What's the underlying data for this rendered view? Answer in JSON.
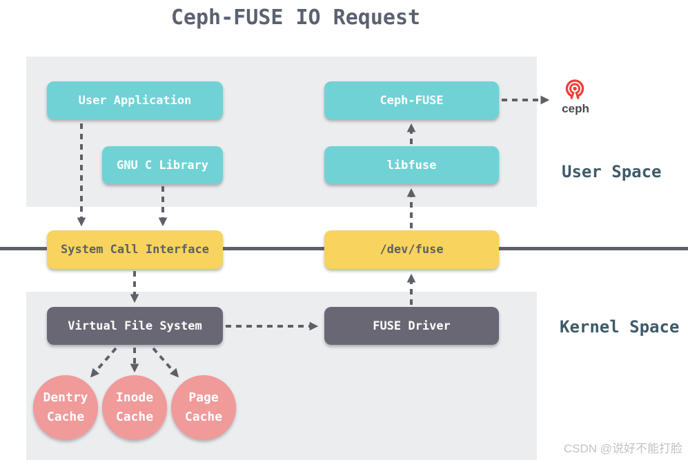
{
  "title": "Ceph-FUSE IO Request",
  "regions": {
    "user_space": "User Space",
    "kernel_space": "Kernel Space"
  },
  "nodes": {
    "user_application": "User Application",
    "gnu_c_library": "GNU C Library",
    "ceph_fuse": "Ceph-FUSE",
    "libfuse": "libfuse",
    "system_call_interface": "System Call Interface",
    "dev_fuse": "/dev/fuse",
    "virtual_file_system": "Virtual File System",
    "fuse_driver": "FUSE Driver",
    "dentry_cache": "Dentry\nCache",
    "inode_cache": "Inode\nCache",
    "page_cache": "Page\nCache"
  },
  "ceph_logo_label": "ceph",
  "watermark": "CSDN @说好不能打脸",
  "colors": {
    "node_teal": "#70d2d5",
    "node_yellow": "#f8d35d",
    "node_dark": "#6a6774",
    "node_pink": "#f09a9a",
    "panel_gray": "#ecedef",
    "line_gray": "#5d6066",
    "title_text": "#5b6170",
    "space_label_text": "#3d5a68",
    "ceph_red": "#ee4037"
  }
}
